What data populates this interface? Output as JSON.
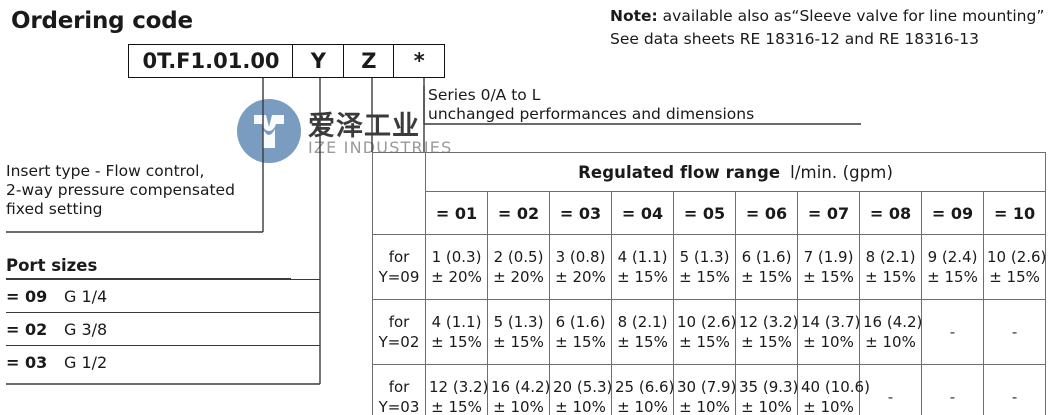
{
  "page": {
    "title": "Ordering code"
  },
  "note": {
    "label": "Note:",
    "line1_rest": " available also as“Sleeve valve for line mounting”",
    "line2": "See data sheets RE 18316-12 and RE 18316-13"
  },
  "ordering_code": {
    "cells": [
      {
        "value": "0T.F1.01.00",
        "width": "main"
      },
      {
        "value": "Y",
        "width": "small"
      },
      {
        "value": "Z",
        "width": "small"
      },
      {
        "value": "*",
        "width": "small"
      }
    ]
  },
  "series_note": {
    "line1": "Series 0/A to L",
    "line2": "unchanged performances and dimensions"
  },
  "insert_type": {
    "line1": "Insert type - Flow control,",
    "line2": "2-way pressure compensated",
    "line3": "fixed setting"
  },
  "port_sizes": {
    "title": "Port sizes",
    "rows": [
      {
        "code": "= 09",
        "size": "G 1/4"
      },
      {
        "code": "= 02",
        "size": "G 3/8"
      },
      {
        "code": "= 03",
        "size": "G 1/2"
      }
    ]
  },
  "flow_table": {
    "title": "Regulated flow range",
    "unit": "l/min. (gpm)",
    "columns": [
      "= 01",
      "= 02",
      "= 03",
      "= 04",
      "= 05",
      "= 06",
      "= 07",
      "= 08",
      "= 09",
      "= 10"
    ],
    "rows": [
      {
        "label_for": "for",
        "label_y": "Y=09",
        "cells": [
          {
            "val": "1 (0.3)",
            "tol": "± 20%"
          },
          {
            "val": "2 (0.5)",
            "tol": "± 20%"
          },
          {
            "val": "3 (0.8)",
            "tol": "± 20%"
          },
          {
            "val": "4 (1.1)",
            "tol": "± 15%"
          },
          {
            "val": "5 (1.3)",
            "tol": "± 15%"
          },
          {
            "val": "6 (1.6)",
            "tol": "± 15%"
          },
          {
            "val": "7 (1.9)",
            "tol": "± 15%"
          },
          {
            "val": "8 (2.1)",
            "tol": "± 15%"
          },
          {
            "val": "9 (2.4)",
            "tol": "± 15%"
          },
          {
            "val": "10 (2.6)",
            "tol": "± 15%"
          }
        ]
      },
      {
        "label_for": "for",
        "label_y": "Y=02",
        "cells": [
          {
            "val": "4 (1.1)",
            "tol": "± 15%"
          },
          {
            "val": "5 (1.3)",
            "tol": "± 15%"
          },
          {
            "val": "6 (1.6)",
            "tol": "± 15%"
          },
          {
            "val": "8 (2.1)",
            "tol": "± 15%"
          },
          {
            "val": "10 (2.6)",
            "tol": "± 15%"
          },
          {
            "val": "12 (3.2)",
            "tol": "± 15%"
          },
          {
            "val": "14 (3.7)",
            "tol": "± 10%"
          },
          {
            "val": "16 (4.2)",
            "tol": "± 10%"
          },
          {
            "val": "-",
            "tol": ""
          },
          {
            "val": "-",
            "tol": ""
          }
        ]
      },
      {
        "label_for": "for",
        "label_y": "Y=03",
        "cells": [
          {
            "val": "12 (3.2)",
            "tol": "± 15%"
          },
          {
            "val": "16 (4.2)",
            "tol": "± 10%"
          },
          {
            "val": "20 (5.3)",
            "tol": "± 10%"
          },
          {
            "val": "25 (6.6)",
            "tol": "± 10%"
          },
          {
            "val": "30 (7.9)",
            "tol": "± 10%"
          },
          {
            "val": "35 (9.3)",
            "tol": "± 10%"
          },
          {
            "val": "40 (10.6)",
            "tol": "± 10%"
          },
          {
            "val": "-",
            "tol": ""
          },
          {
            "val": "-",
            "tol": ""
          },
          {
            "val": "-",
            "tol": ""
          }
        ]
      }
    ]
  },
  "watermark": {
    "chinese": "爱泽工业",
    "english": "IZE INDUSTRIES",
    "color": "#7a9cc0"
  }
}
